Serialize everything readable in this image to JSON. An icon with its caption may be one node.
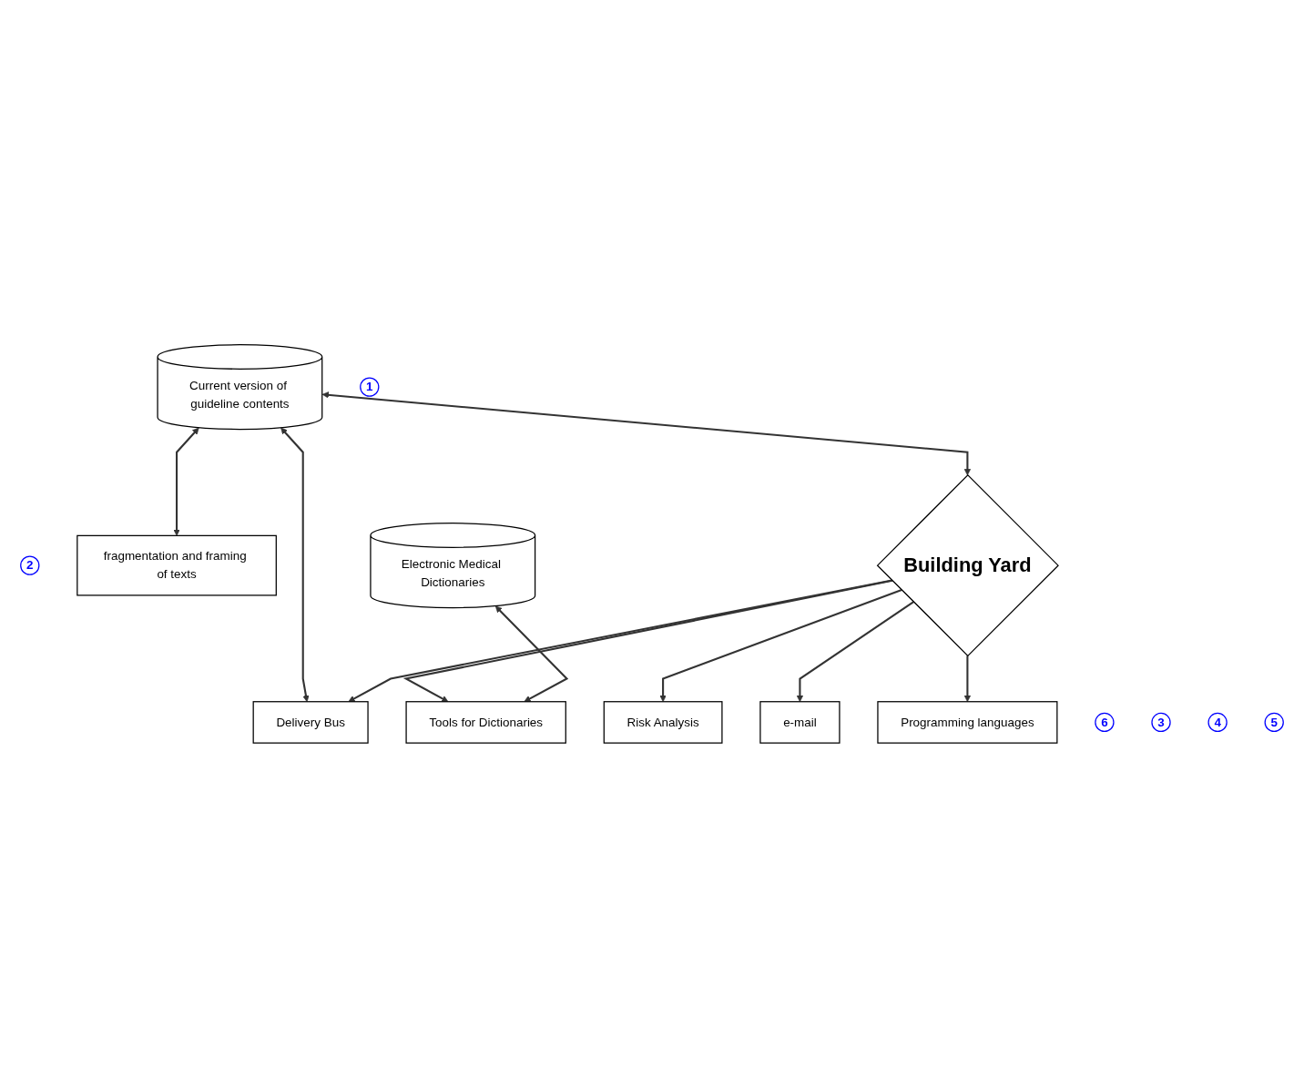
{
  "diagram": {
    "nodes": [
      {
        "text": [
          "Current version of guideline contents"
        ]
      },
      {
        "text": [
          "Delivery Bus"
        ]
      },
      {
        "text": [
          "1"
        ]
      },
      {
        "text": [
          "2"
        ]
      },
      {
        "text": [
          "fragmentation and framing of texts"
        ]
      },
      {
        "text": [
          "Building Yard"
        ]
      },
      {
        "text": [
          "Programming languages"
        ]
      },
      {
        "text": [
          "6"
        ]
      },
      {
        "text": [
          "Electronic Medical Dictionaries"
        ]
      },
      {
        "text": [
          "Tools for Dictionaries"
        ]
      },
      {
        "text": [
          "Risk Analysis"
        ]
      },
      {
        "text": [
          "e-mail"
        ]
      },
      {
        "text": [
          "3"
        ]
      },
      {
        "text": [
          "4"
        ]
      },
      {
        "text": [
          "5"
        ]
      }
    ],
    "edges": [
      {
        "from": 0,
        "to": 4,
        "arrow": "both"
      },
      {
        "from": 0,
        "to": 1,
        "arrow": "both"
      },
      {
        "from": 0,
        "to": 5,
        "arrow": "both"
      },
      {
        "from": 5,
        "to": 9,
        "arrow": "to"
      },
      {
        "from": 5,
        "to": 10,
        "arrow": "to"
      },
      {
        "from": 5,
        "to": 11,
        "arrow": "to"
      },
      {
        "from": 5,
        "to": 6,
        "arrow": "to"
      },
      {
        "from": 5,
        "to": 1,
        "arrow": "to"
      },
      {
        "from": 8,
        "to": 9,
        "arrow": "both"
      }
    ]
  }
}
